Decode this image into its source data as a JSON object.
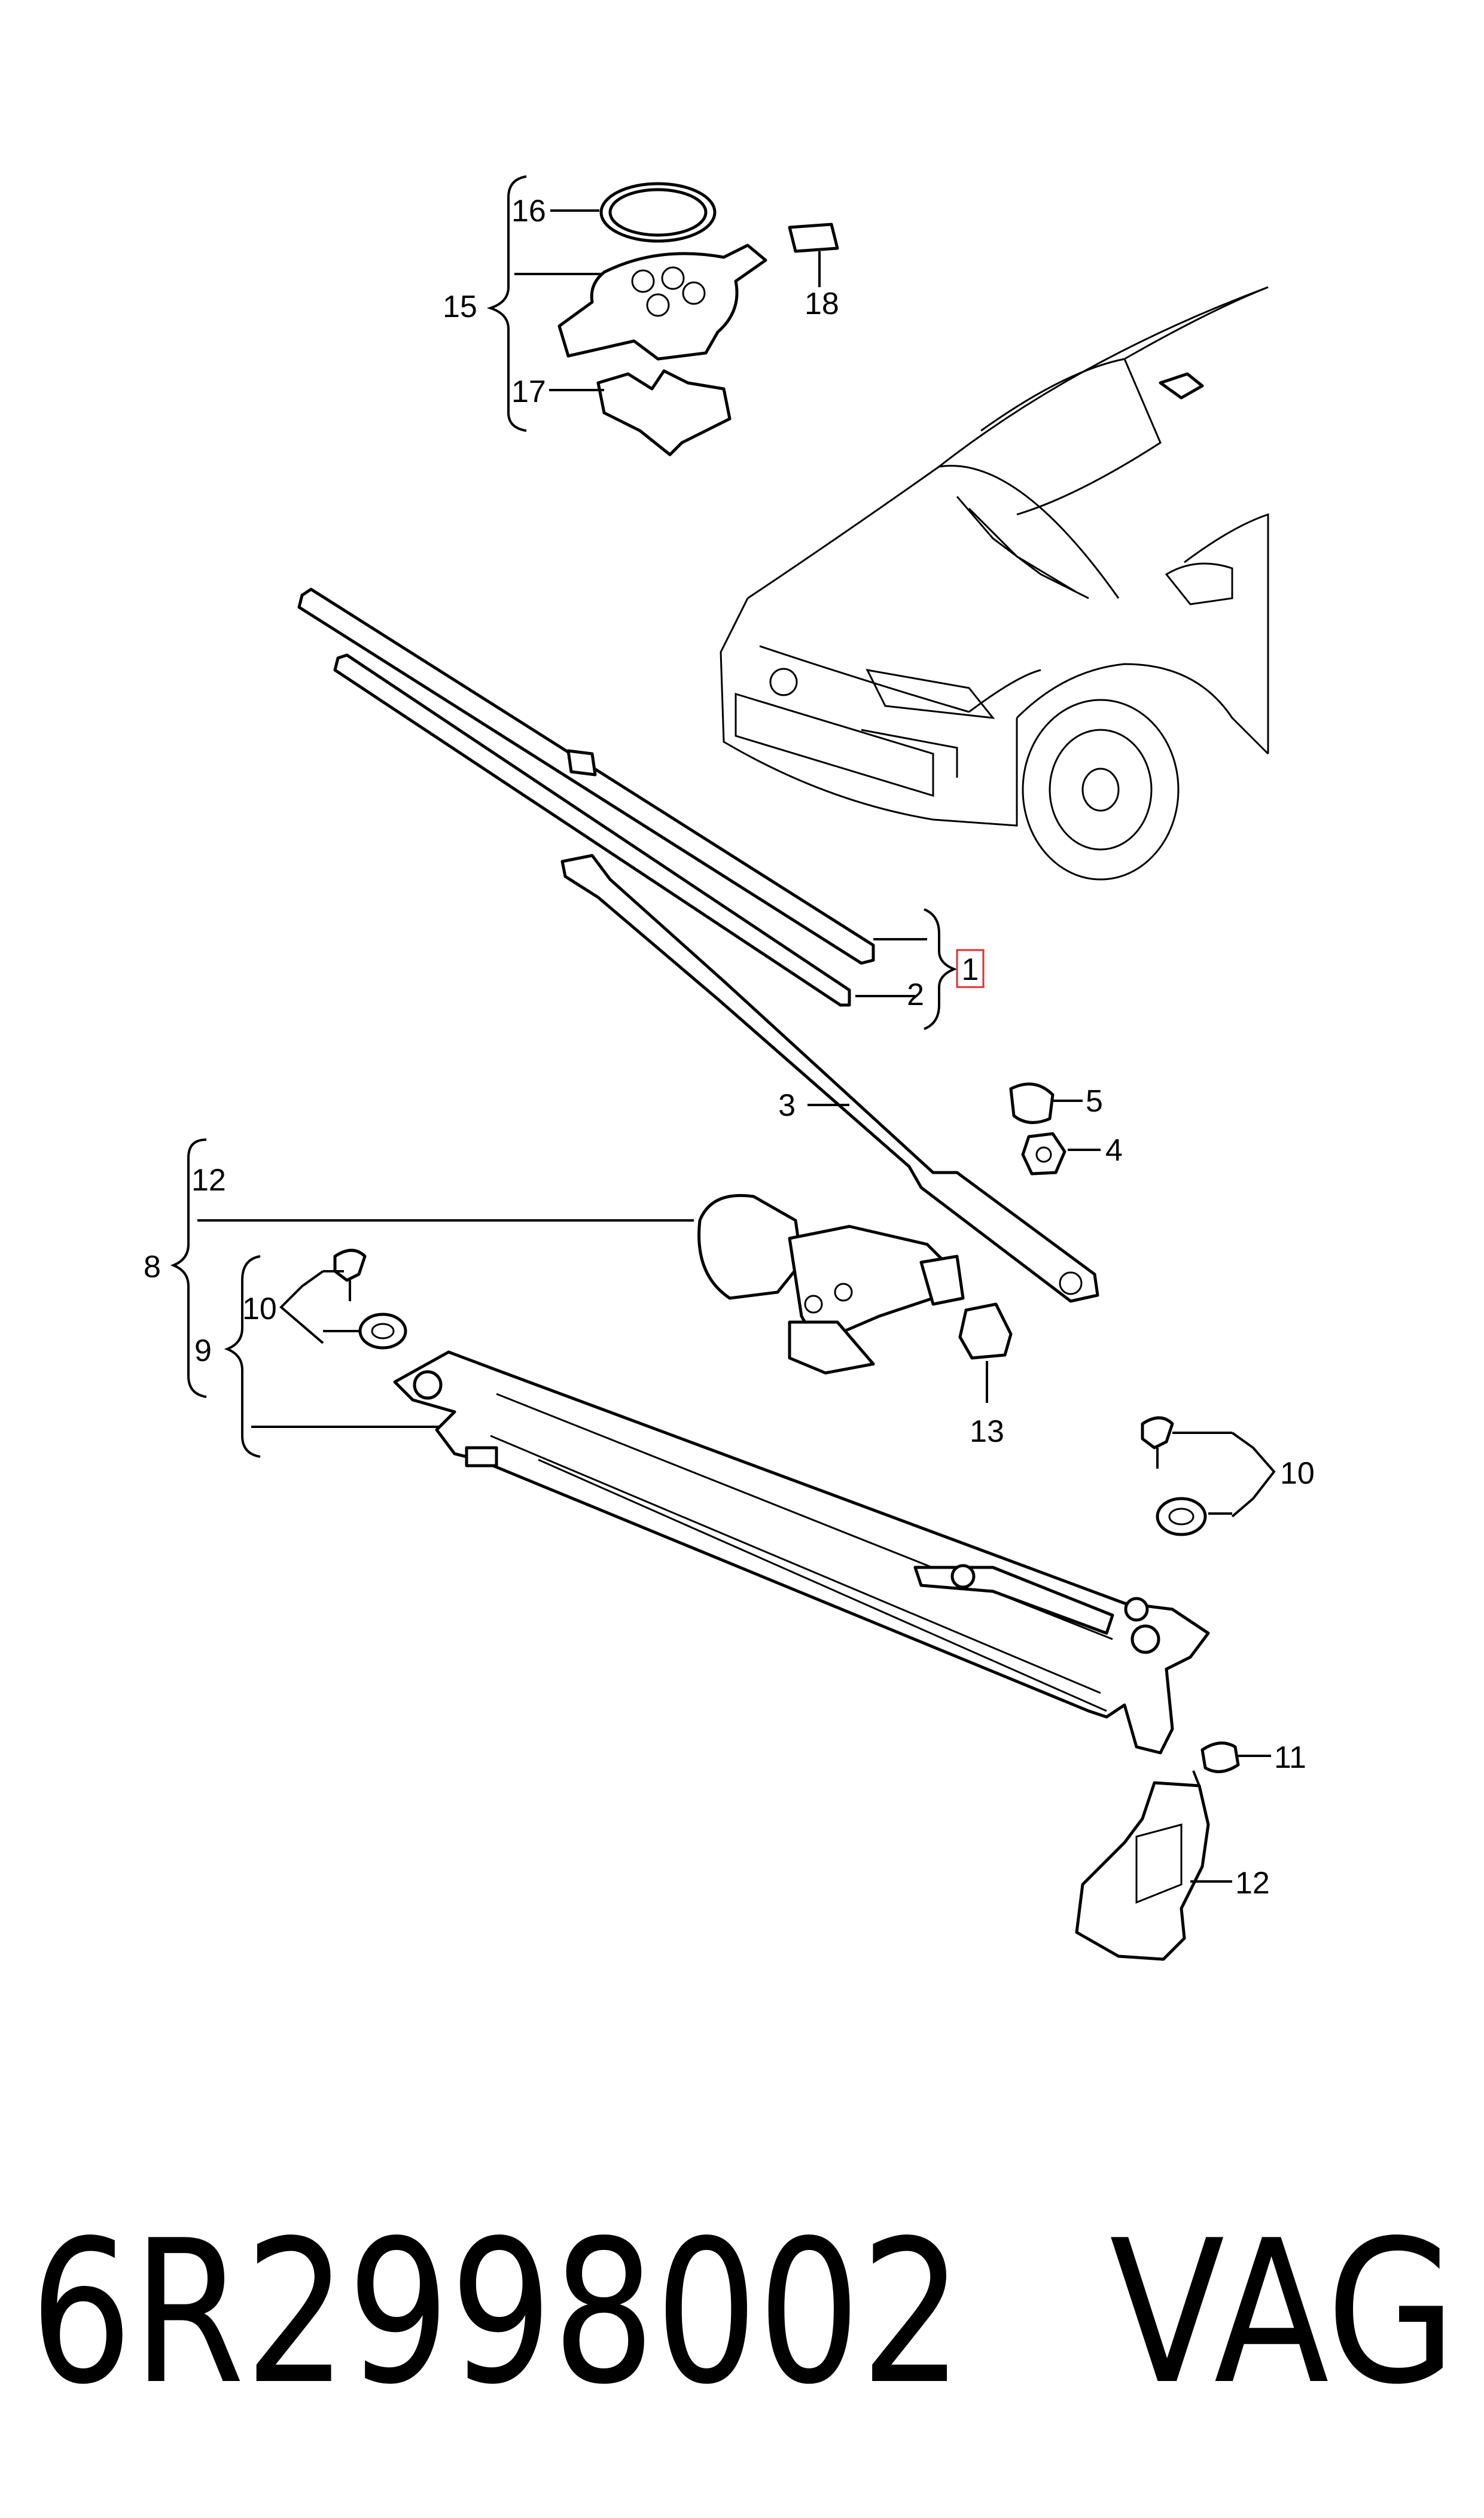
{
  "callouts": {
    "c1": "1",
    "c2": "2",
    "c3": "3",
    "c4": "4",
    "c5": "5",
    "c8": "8",
    "c9": "9",
    "c10a": "10",
    "c10b": "10",
    "c11": "11",
    "c12a": "12",
    "c12b": "12",
    "c13": "13",
    "c15": "15",
    "c16": "16",
    "c17": "17",
    "c18": "18"
  },
  "footer": {
    "part_number": "6R2998002",
    "brand": "VAG"
  },
  "colors": {
    "line": "#000000",
    "highlight": "#e03030",
    "background": "#ffffff"
  }
}
